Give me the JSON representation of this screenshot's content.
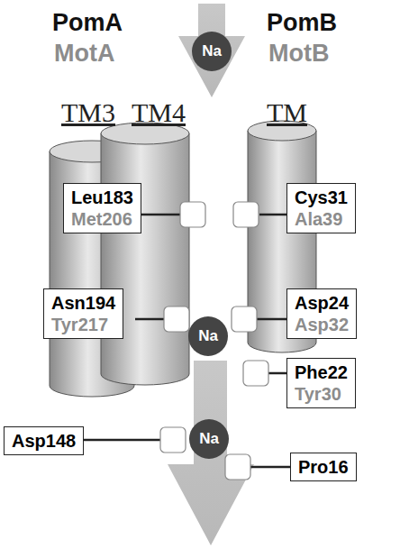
{
  "diagram": {
    "nodes": [
      {
        "text": [
          "Na"
        ]
      },
      {
        "text": [
          "Leu183",
          "Met206"
        ]
      },
      {
        "text": [
          "Cys31",
          "Ala39"
        ]
      },
      {
        "text": [
          "Asn194",
          "Tyr217"
        ]
      },
      {
        "text": [
          "Na"
        ]
      },
      {
        "text": [
          "Asp24",
          "Asp32"
        ]
      },
      {
        "text": [
          "Phe22",
          "Tyr30"
        ]
      },
      {
        "text": [
          "Asp148"
        ]
      },
      {
        "text": [
          "Na"
        ]
      },
      {
        "text": [
          "Pro16"
        ]
      }
    ],
    "labels": [
      "PomA",
      "MotA",
      "PomB",
      "MotB",
      "TM3",
      "TM4",
      "TM"
    ]
  }
}
